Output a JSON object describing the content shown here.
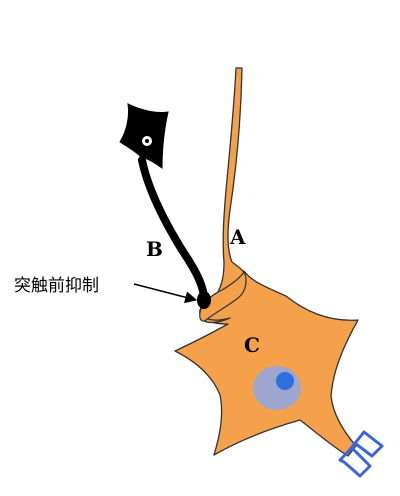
{
  "labels": {
    "a": "A",
    "b": "B",
    "c": "C",
    "annotation": "突触前抑制"
  },
  "colors": {
    "neuron_fill": "#F5A04A",
    "outline": "#333333",
    "axon_b": "#000000",
    "nucleus": "#9EA6CF",
    "nucleolus": "#2F6FE0",
    "receptor": "#3A66D8"
  }
}
